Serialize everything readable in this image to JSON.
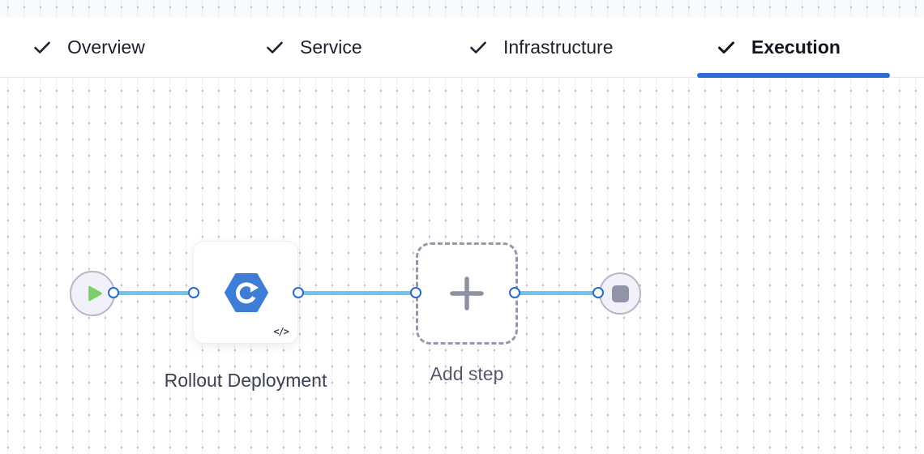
{
  "header": {
    "tabs": [
      {
        "label": "Overview",
        "checked": true,
        "active": false
      },
      {
        "label": "Service",
        "checked": true,
        "active": false
      },
      {
        "label": "Infrastructure",
        "checked": true,
        "active": false
      },
      {
        "label": "Execution",
        "checked": true,
        "active": true
      }
    ],
    "active_tab": "Execution"
  },
  "pipeline": {
    "start_node": {
      "icon": "play-icon"
    },
    "step": {
      "label": "Rollout Deployment",
      "icon": "rolling-deployment-icon",
      "code_badge": "</>"
    },
    "add_step": {
      "label": "Add step",
      "icon": "plus-icon"
    },
    "end_node": {
      "icon": "stop-icon"
    }
  },
  "colors": {
    "active_tab_underline": "#2e6cd6",
    "tab_text": "#1d1f2e",
    "connector_line": "#6ec3f0",
    "port_border": "#2b6bc9",
    "step_icon_blue": "#3e7dd6",
    "play_green": "#7ccf68",
    "stop_gray": "#9193a8",
    "node_fill": "#f2f1f9",
    "node_border": "#b6b6c6",
    "dashed_border": "#9598ac"
  }
}
